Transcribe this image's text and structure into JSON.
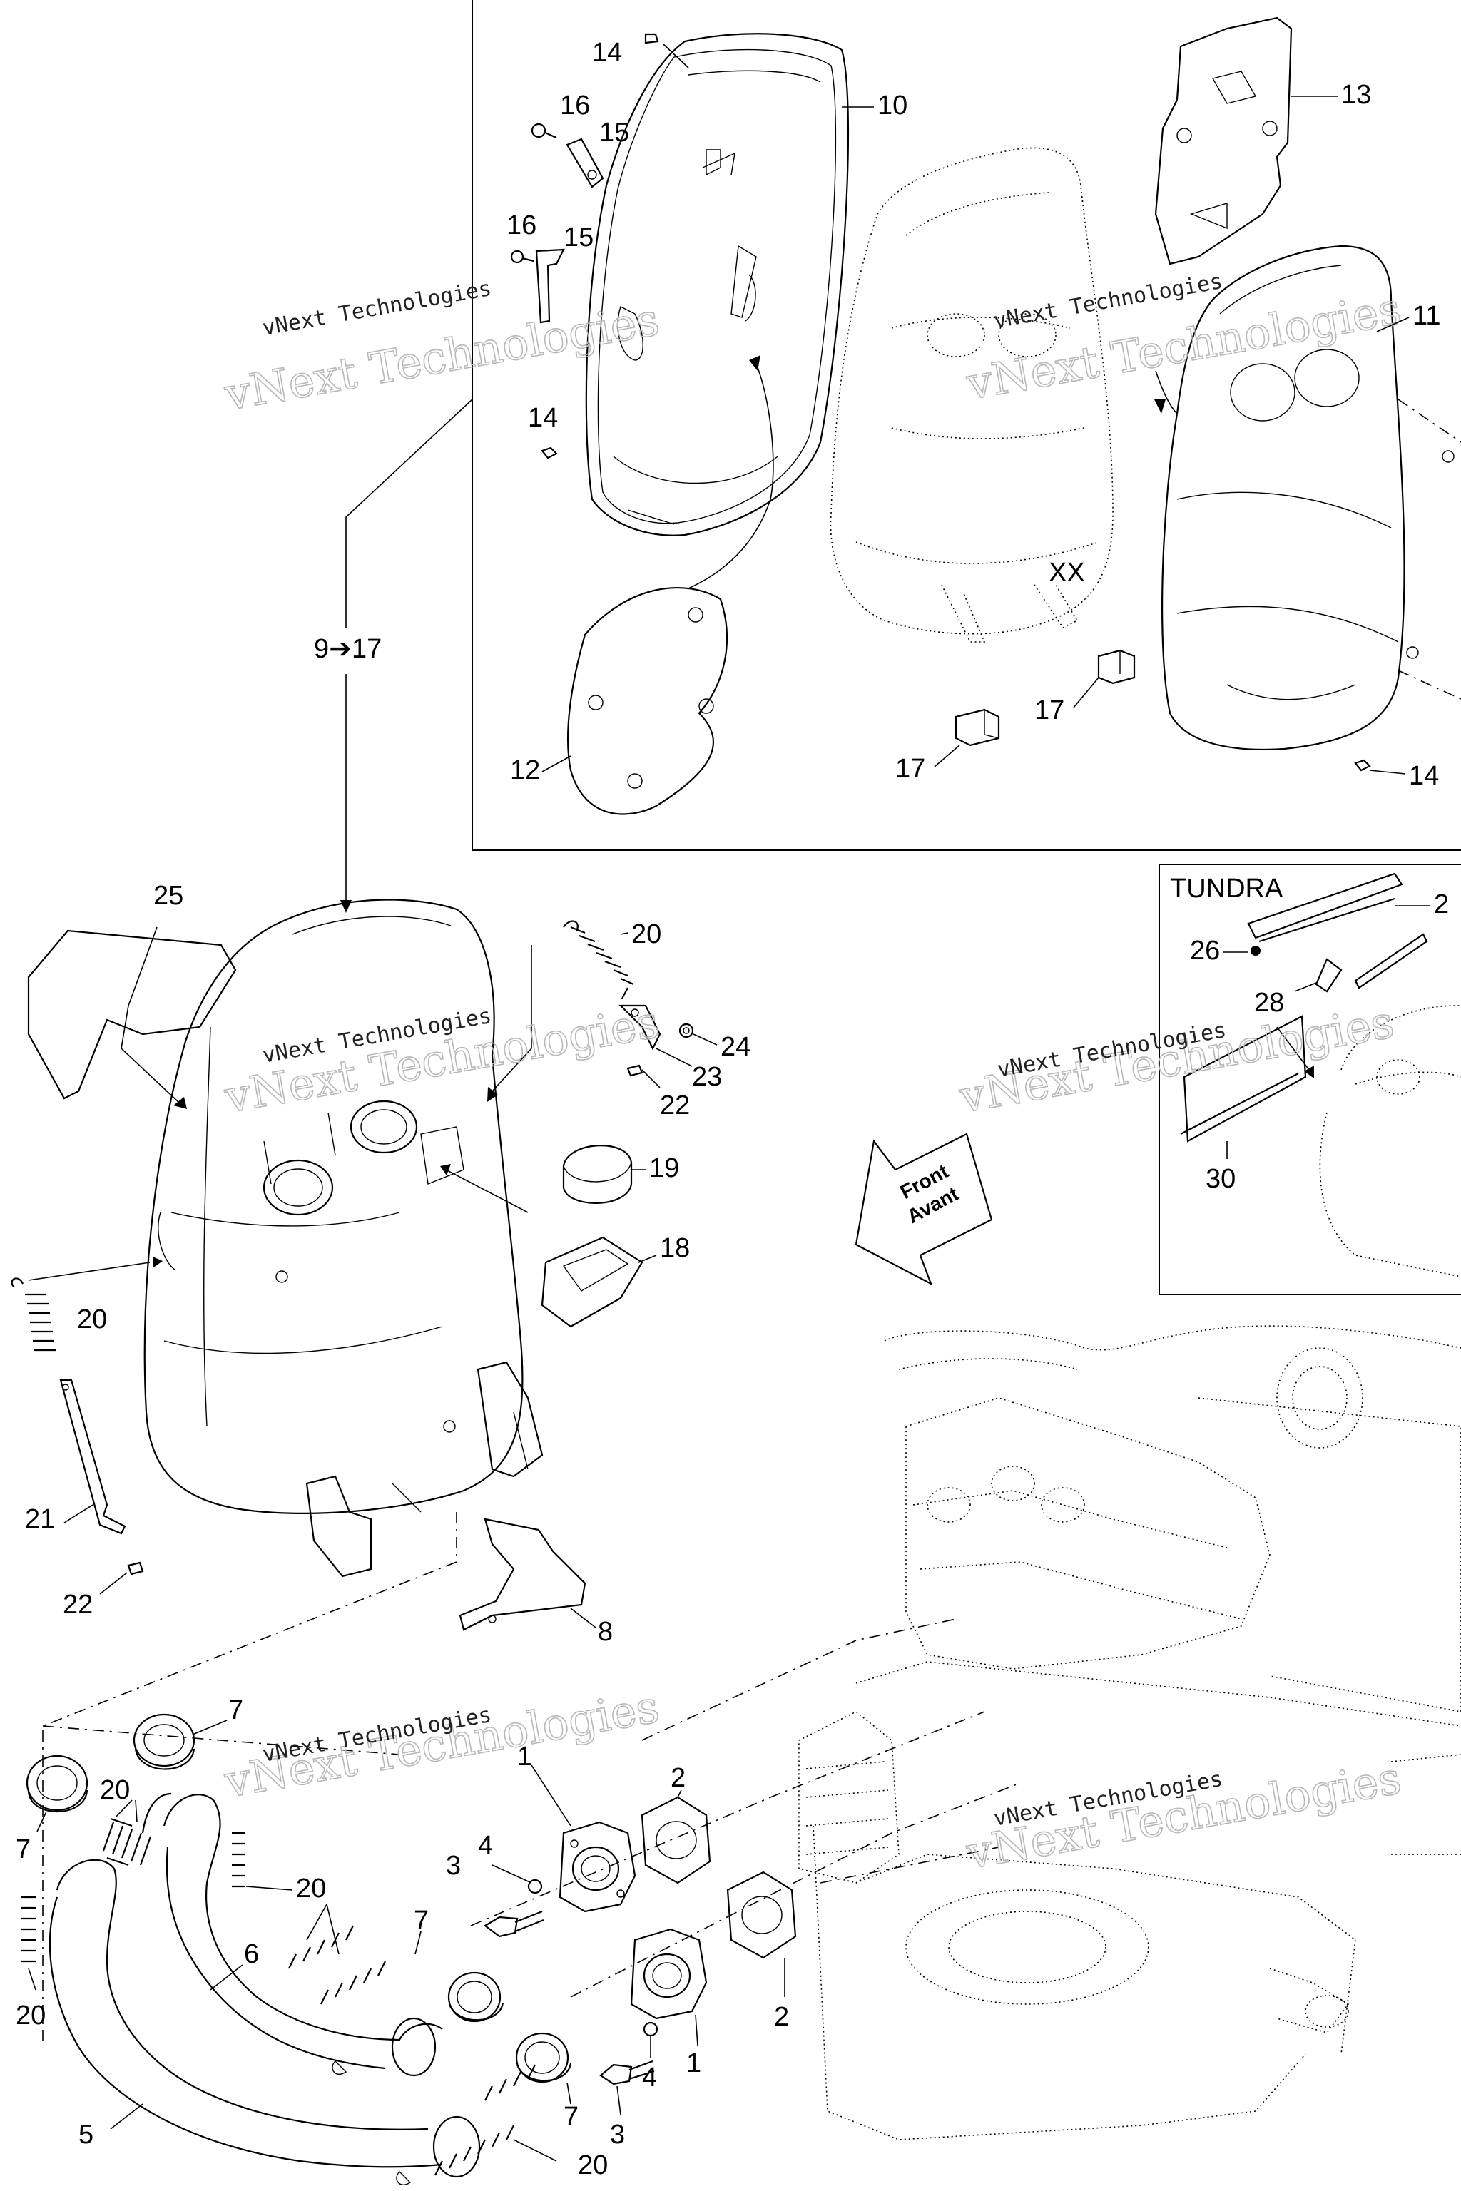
{
  "diagram": {
    "callouts": [
      {
        "id": "c14a",
        "text": "14"
      },
      {
        "id": "c10",
        "text": "10"
      },
      {
        "id": "c16a",
        "text": "16"
      },
      {
        "id": "c15a",
        "text": "15"
      },
      {
        "id": "c16b",
        "text": "16"
      },
      {
        "id": "c15b",
        "text": "15"
      },
      {
        "id": "c14b",
        "text": "14"
      },
      {
        "id": "c13",
        "text": "13"
      },
      {
        "id": "c11",
        "text": "11"
      },
      {
        "id": "c9to17",
        "text": "9➔17"
      },
      {
        "id": "c12",
        "text": "12"
      },
      {
        "id": "c17a",
        "text": "17"
      },
      {
        "id": "c17b",
        "text": "17"
      },
      {
        "id": "c14c",
        "text": "14"
      },
      {
        "id": "c25",
        "text": "25"
      },
      {
        "id": "c20a",
        "text": "20"
      },
      {
        "id": "c24",
        "text": "24"
      },
      {
        "id": "c23",
        "text": "23"
      },
      {
        "id": "c22a",
        "text": "22"
      },
      {
        "id": "c19",
        "text": "19"
      },
      {
        "id": "c18",
        "text": "18"
      },
      {
        "id": "c20b",
        "text": "20"
      },
      {
        "id": "c21",
        "text": "21"
      },
      {
        "id": "c22b",
        "text": "22"
      },
      {
        "id": "c8",
        "text": "8"
      },
      {
        "id": "c7a",
        "text": "7"
      },
      {
        "id": "c7b",
        "text": "7"
      },
      {
        "id": "c20c",
        "text": "20"
      },
      {
        "id": "c20d",
        "text": "20"
      },
      {
        "id": "c20e",
        "text": "20"
      },
      {
        "id": "c6",
        "text": "6"
      },
      {
        "id": "c5",
        "text": "5"
      },
      {
        "id": "c3a",
        "text": "3"
      },
      {
        "id": "c4a",
        "text": "4"
      },
      {
        "id": "c1a",
        "text": "1"
      },
      {
        "id": "c2a",
        "text": "2"
      },
      {
        "id": "c7c",
        "text": "7"
      },
      {
        "id": "c7d",
        "text": "7"
      },
      {
        "id": "c3b",
        "text": "3"
      },
      {
        "id": "c4b",
        "text": "4"
      },
      {
        "id": "c1b",
        "text": "1"
      },
      {
        "id": "c2b",
        "text": "2"
      },
      {
        "id": "c20f",
        "text": "20"
      },
      {
        "id": "c26",
        "text": "26"
      },
      {
        "id": "c27",
        "text": "2"
      },
      {
        "id": "c28",
        "text": "28"
      },
      {
        "id": "c30",
        "text": "30"
      }
    ],
    "inset_title": "TUNDRA",
    "direction_arrow": {
      "line1": "Front",
      "line2": "Avant"
    },
    "watermark": {
      "big": "vNext Technologies",
      "small": "vNext Technologies"
    },
    "dimension_mark": "XX"
  }
}
